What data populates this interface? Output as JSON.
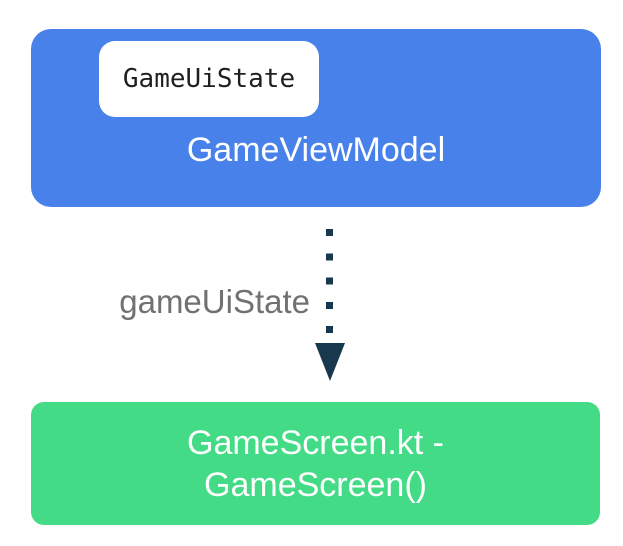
{
  "colors": {
    "viewmodel-blue": "#4881EA",
    "screen-green": "#44DB87",
    "arrow-navy": "#17384D",
    "label-gray": "#717171",
    "badge-bg": "#FFFFFF",
    "badge-text": "#1F1F1F",
    "box-text": "#FFFFFF",
    "canvas-bg": "#FFFFFF"
  },
  "diagram": {
    "viewmodel_box": {
      "badge_label": "GameUiState",
      "title": "GameViewModel"
    },
    "arrow": {
      "label": "gameUiState"
    },
    "screen_box": {
      "title_line1": "GameScreen.kt -",
      "title_line2": "GameScreen()"
    }
  }
}
